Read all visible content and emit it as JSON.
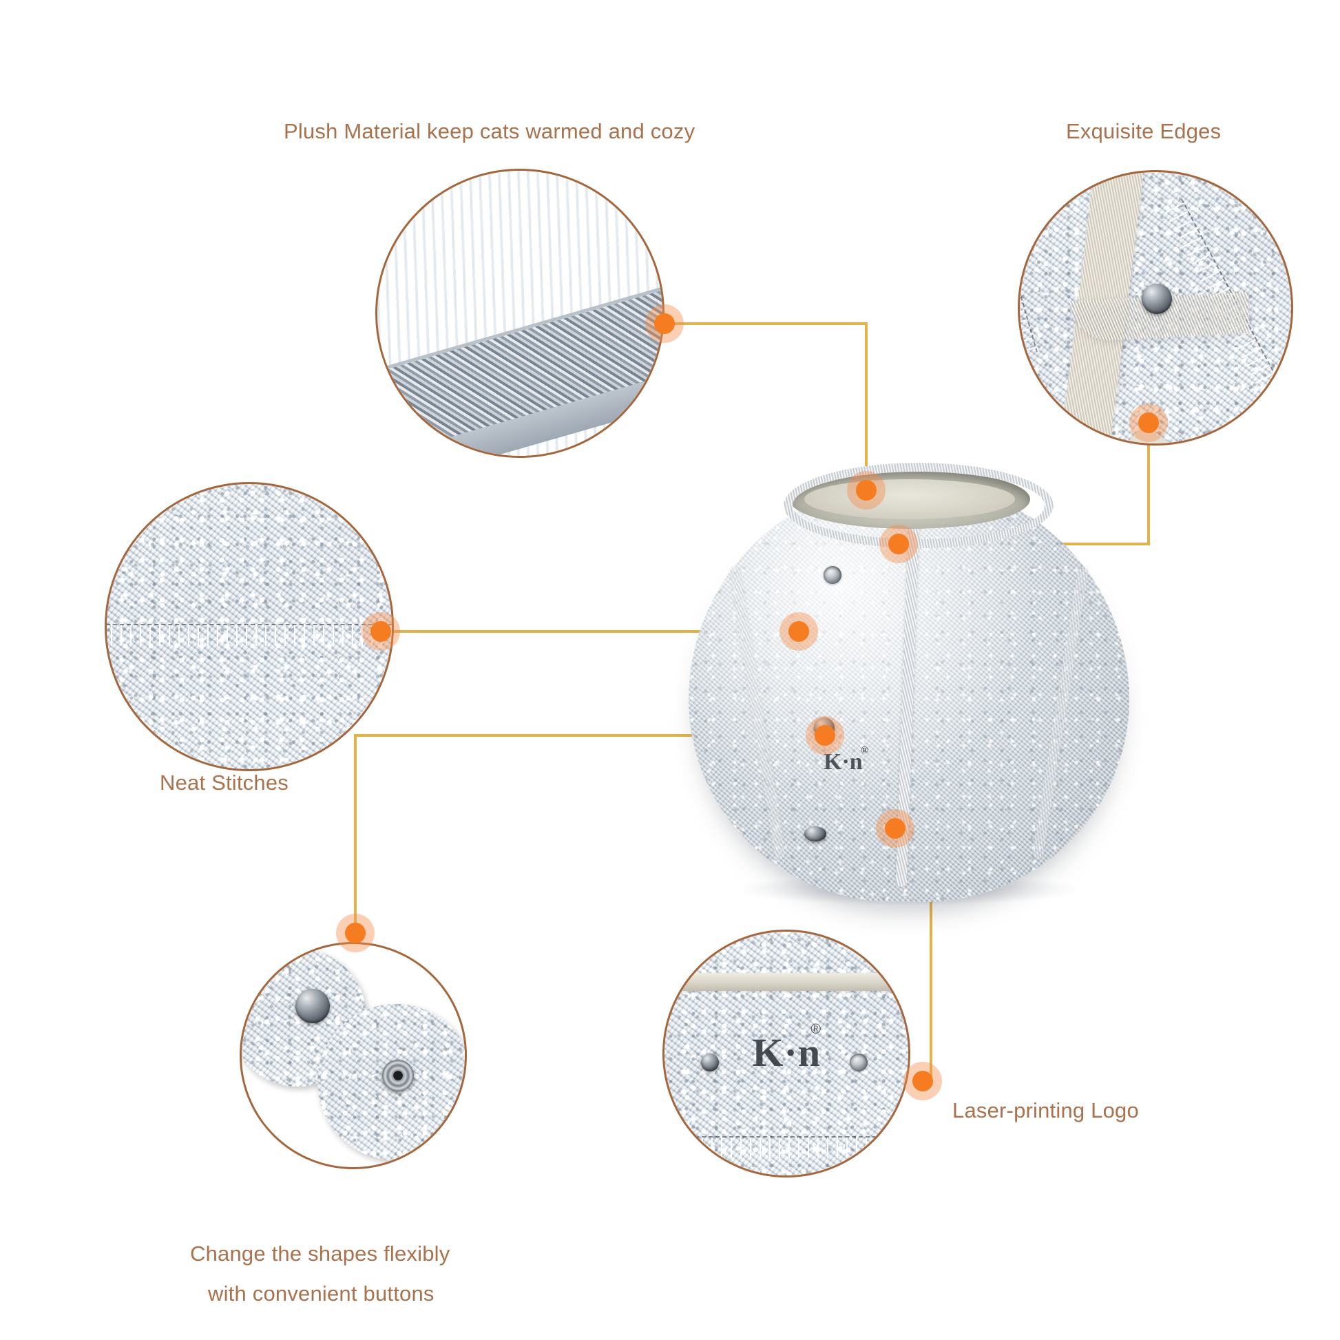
{
  "page": {
    "background_color": "#ffffff",
    "accent_color": "#f57c20",
    "label_color": "#a9714c",
    "connector_color": "#e0b44a",
    "bubble_border_color": "#a4663c"
  },
  "callouts": [
    {
      "id": "plush-material",
      "label": "Plush Material keep cats warmed and cozy",
      "detail": "white plush fur lining with grey woven edge"
    },
    {
      "id": "exquisite-edges",
      "label": "Exquisite Edges",
      "detail": "beige binding tape over grey felt with metal snap and zigzag stitching"
    },
    {
      "id": "neat-stitches",
      "label": "Neat Stitches",
      "detail": "horizontal zigzag stitch seam across grey felt"
    },
    {
      "id": "change-shapes",
      "label_line_1": "Change the shapes flexibly",
      "label_line_2": "with convenient buttons",
      "detail": "two overlapping felt discs, one with snap stud, one with snap socket"
    },
    {
      "id": "laser-logo",
      "label": "Laser-printing Logo",
      "detail": "laser printed brand mark on grey felt panel"
    }
  ],
  "product": {
    "name": "felt cat ball bed",
    "color": "heather grey",
    "logo_text": "K·n",
    "logo_registered_symbol": "®",
    "opening": "top round opening with plush lining",
    "snap_count_visible": 3
  },
  "logo_bubble": {
    "mark": "K·n",
    "registered": "®"
  }
}
